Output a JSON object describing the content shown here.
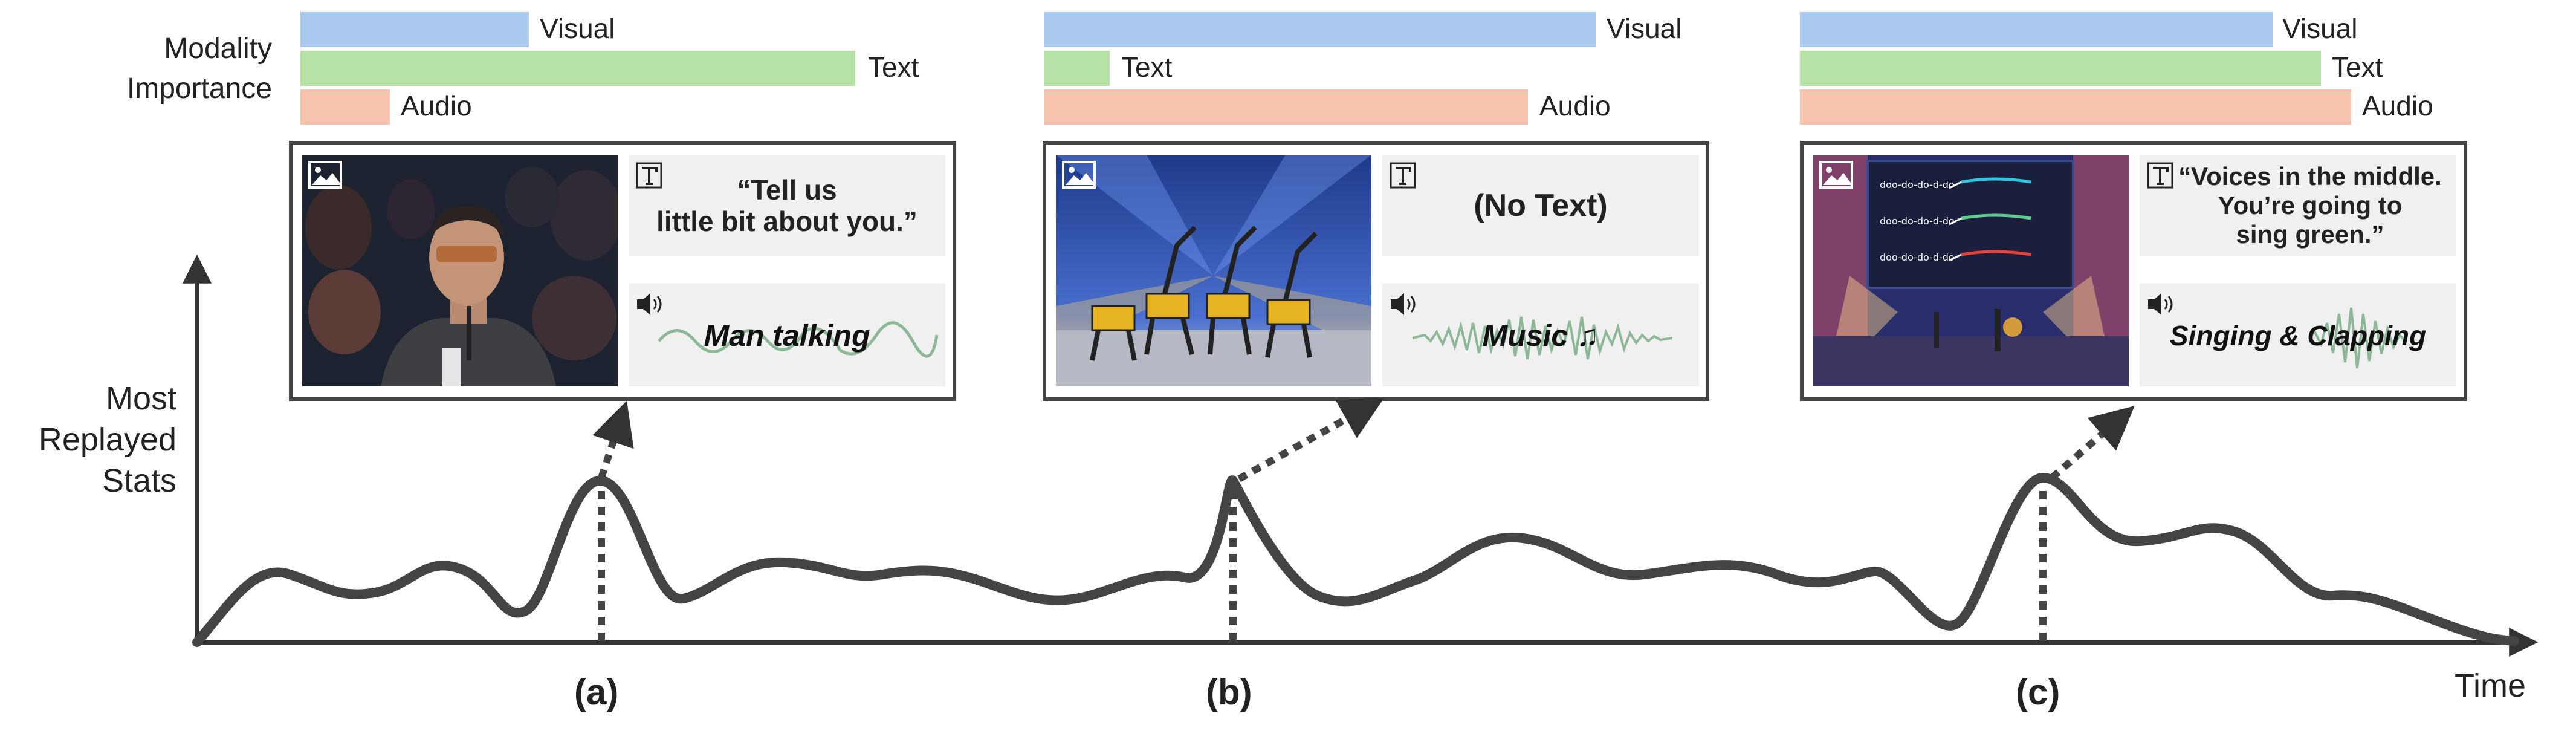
{
  "modality_title_line1": "Modality",
  "modality_title_line2": "Importance",
  "bar_labels": {
    "visual": "Visual",
    "text": "Text",
    "audio": "Audio"
  },
  "importance": {
    "a": {
      "visual": 0.18,
      "text": 0.43,
      "audio": 0.07
    },
    "b": {
      "visual": 0.52,
      "text": 0.05,
      "audio": 0.45
    },
    "c": {
      "visual": 0.42,
      "text": 0.46,
      "audio": 0.49
    }
  },
  "panels": {
    "a": {
      "text": "“Tell us\nlittle bit about you.”",
      "audio": "Man talking",
      "marker": "(a)"
    },
    "b": {
      "text": "(No Text)",
      "audio": "Music ♫",
      "marker": "(b)"
    },
    "c": {
      "text": "“Voices in the middle.\nYou’re going to\nsing green.”",
      "audio": "Singing & Clapping",
      "marker": "(c)"
    }
  },
  "axes": {
    "y_line1": "Most",
    "y_line2": "Replayed",
    "y_line3": "Stats",
    "x": "Time"
  },
  "thumb_c_text": "doo-do-do-d-do",
  "colors": {
    "visual": "#a9c8ee",
    "text": "#b6e3a5",
    "audio": "#f6c3ad",
    "wave": "#8db897",
    "curve": "#444444"
  }
}
